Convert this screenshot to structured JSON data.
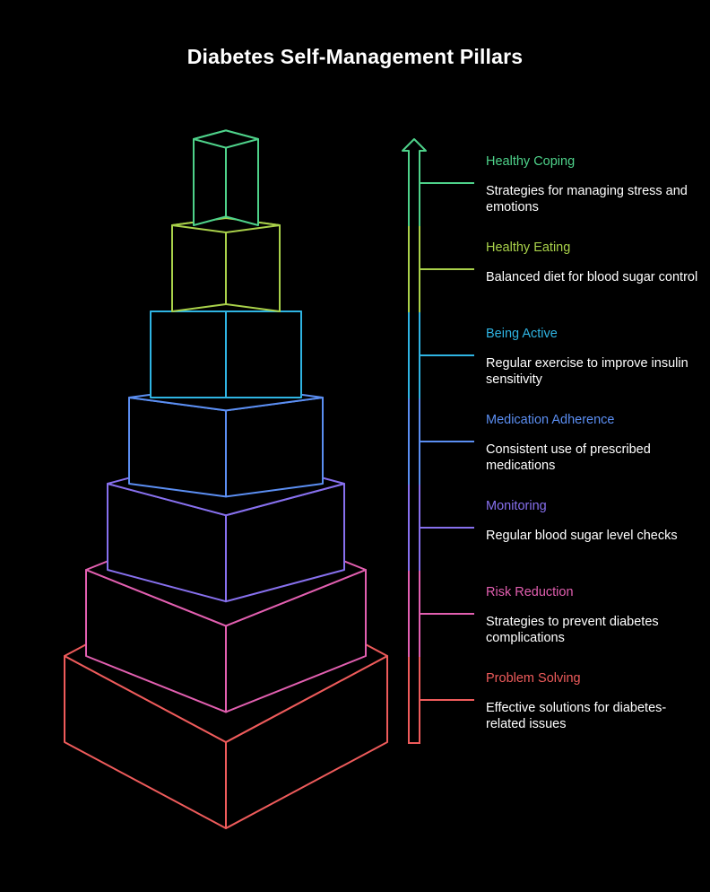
{
  "title": "Diabetes Self-Management Pillars",
  "pillars": [
    {
      "name": "Healthy Coping",
      "description": "Strategies for managing stress and emotions",
      "color": "#4ed28a"
    },
    {
      "name": "Healthy Eating",
      "description": "Balanced diet for blood sugar control",
      "color": "#a9d14a"
    },
    {
      "name": "Being Active",
      "description": "Regular exercise to improve insulin sensitivity",
      "color": "#2fb4e3"
    },
    {
      "name": "Medication Adherence",
      "description": "Consistent use of prescribed medications",
      "color": "#5b8ef2"
    },
    {
      "name": "Monitoring",
      "description": "Regular blood sugar level checks",
      "color": "#8770ee"
    },
    {
      "name": "Risk Reduction",
      "description": "Strategies to prevent diabetes complications",
      "color": "#e25fb0"
    },
    {
      "name": "Problem Solving",
      "description": "Effective solutions for diabetes-related issues",
      "color": "#ee5b5b"
    }
  ]
}
